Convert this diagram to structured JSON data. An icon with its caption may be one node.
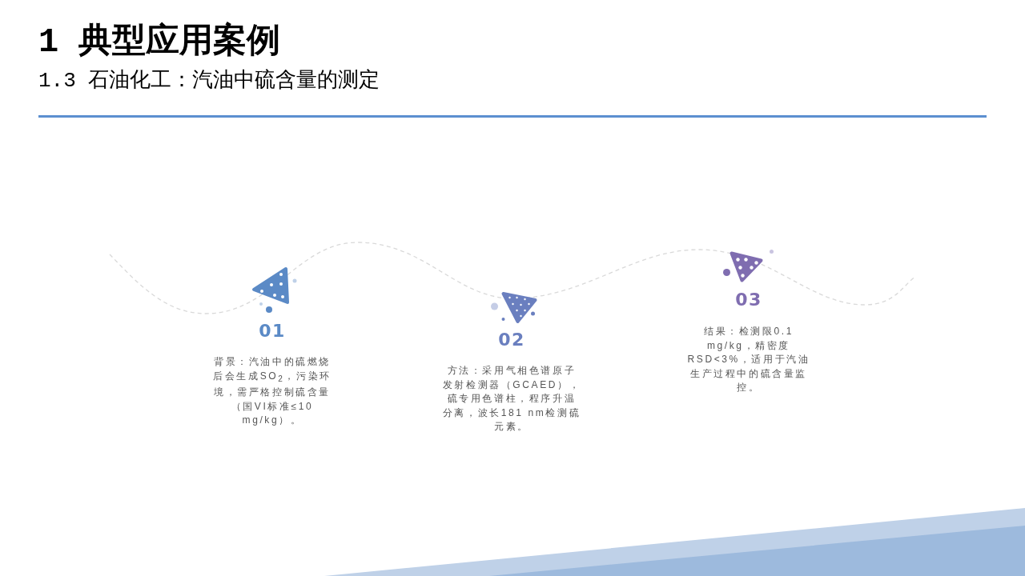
{
  "diagram": {
    "title": "1 典型应用案例",
    "nodes": [
      {
        "text": [
          "01",
          "背景：汽油中的硫燃烧后会生成SO$_{2}$，污染环境，需严格控制硫含量（国VI标准≤10 mg/kg）。"
        ]
      },
      {
        "text": [
          "02",
          "方法：采用气相色谱原子发射检测器（GCAED），硫专用色谱柱，程序升温分离，波长181 nm检测硫元素。"
        ]
      },
      {
        "text": [
          "03",
          "结果：检测限0.1 mg/kg，精密度RSD<3%，适用于汽油生产过程中的硫含量监控。"
        ]
      }
    ],
    "labels": [
      "1.3 石油化工：汽油中硫含量的测定"
    ]
  }
}
